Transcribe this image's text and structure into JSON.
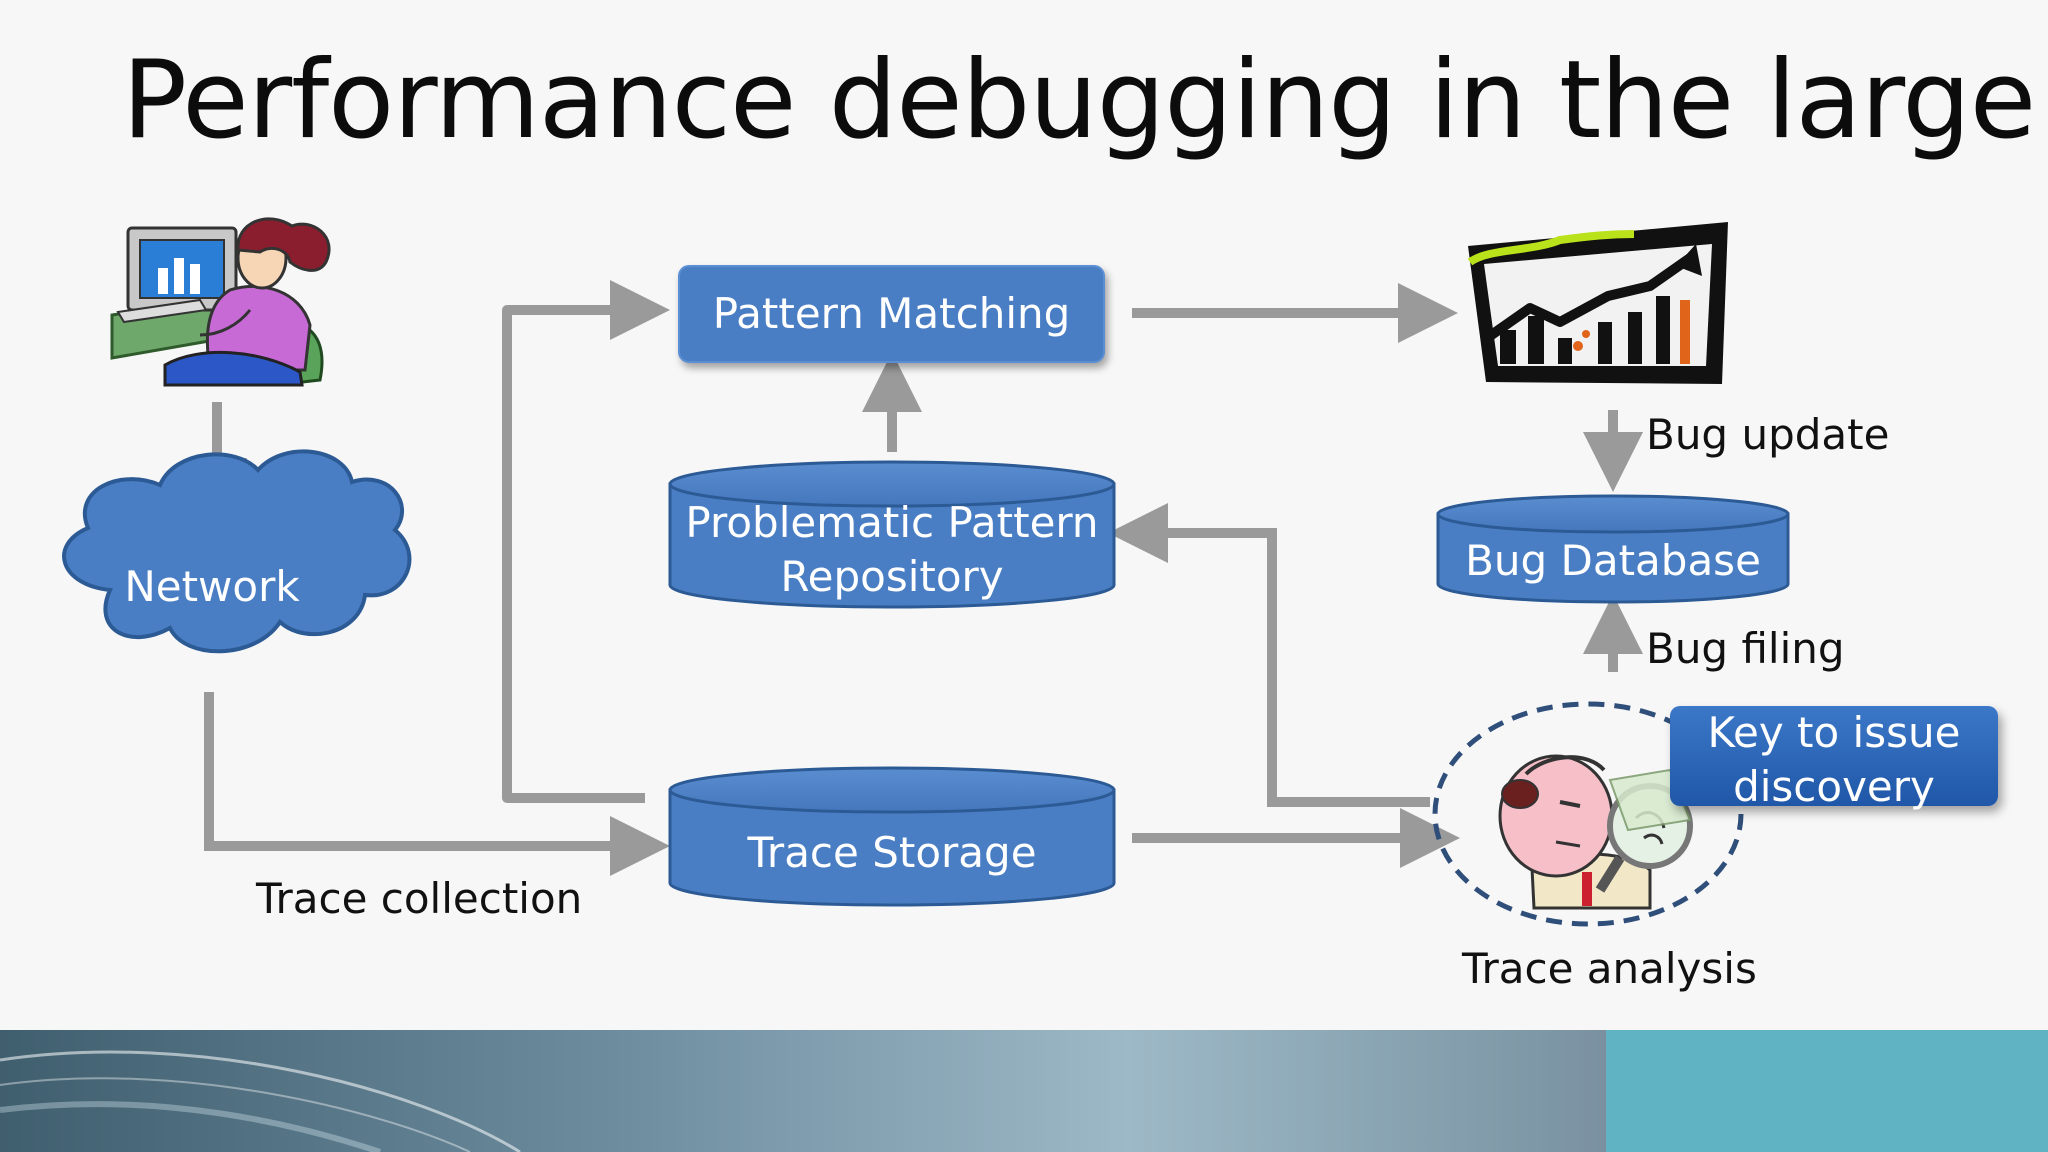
{
  "slide": {
    "title": "Performance debugging in the large"
  },
  "nodes": {
    "network": "Network",
    "pattern_matching": "Pattern Matching",
    "problematic_repo_line1": "Problematic Pattern",
    "problematic_repo_line2": "Repository",
    "trace_storage": "Trace Storage",
    "bug_database": "Bug Database"
  },
  "labels": {
    "trace_collection": "Trace collection",
    "bug_update": "Bug update",
    "bug_filing": "Bug filing",
    "trace_analysis": "Trace analysis"
  },
  "callout": {
    "line1": "Key to issue",
    "line2": "discovery"
  },
  "colors": {
    "box_fill": "#4a7ec4",
    "box_edge": "#2c5a95",
    "arrow": "#9a9a9a",
    "callout": "#2f6bbd",
    "dashed_circle": "#2f4f7a"
  },
  "icons": {
    "user": "woman-at-computer-icon",
    "chart": "rising-chart-icon",
    "analyst": "man-with-magnifier-icon"
  }
}
